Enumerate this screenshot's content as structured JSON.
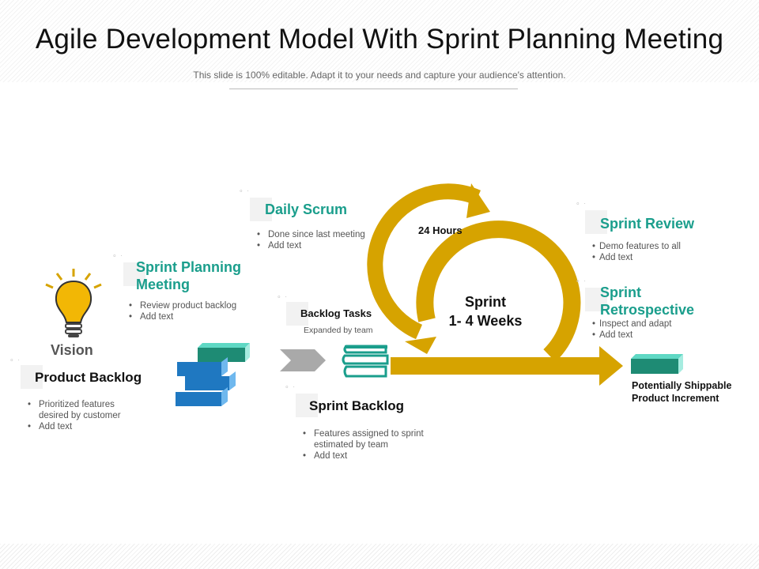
{
  "header": {
    "title": "Agile Development Model With Sprint Planning Meeting",
    "subtitle": "This slide is 100% editable. Adapt it to your needs and capture your audience's attention."
  },
  "vision": {
    "label": "Vision"
  },
  "product_backlog": {
    "title": "Product Backlog",
    "bullets": [
      "Prioritized features desired by customer",
      "Add text"
    ]
  },
  "sprint_planning": {
    "title_line1": "Sprint Planning",
    "title_line2": "Meeting",
    "bullets": [
      "Review product backlog",
      "Add text"
    ]
  },
  "daily_scrum": {
    "title": "Daily Scrum",
    "bullets": [
      "Done since last meeting",
      "Add text"
    ]
  },
  "backlog_tasks": {
    "title": "Backlog Tasks",
    "caption": "Expanded by team"
  },
  "sprint_backlog": {
    "title": "Sprint Backlog",
    "bullets": [
      "Features assigned to sprint estimated by team",
      "Add text"
    ]
  },
  "cycle": {
    "hours_label": "24 Hours",
    "sprint_line1": "Sprint",
    "sprint_line2": "1- 4 Weeks"
  },
  "sprint_review": {
    "title": "Sprint Review",
    "bullets": [
      "Demo features to all",
      "Add text"
    ]
  },
  "sprint_retrospective": {
    "title_line1": "Sprint",
    "title_line2": "Retrospective",
    "bullets": [
      "Inspect and adapt",
      "Add text"
    ]
  },
  "increment": {
    "line1": "Potentially Shippable",
    "line2": "Product Increment"
  },
  "colors": {
    "accent_teal": "#1a9e8c",
    "gold": "#d6a300",
    "blue": "#1f78c1",
    "green_block": "#1e8b74"
  },
  "icons": [
    "lightbulb-icon",
    "block-stack-icon",
    "chevron-arrow-icon",
    "book-stack-icon",
    "cycle-arrow-icon",
    "increment-block-icon"
  ]
}
